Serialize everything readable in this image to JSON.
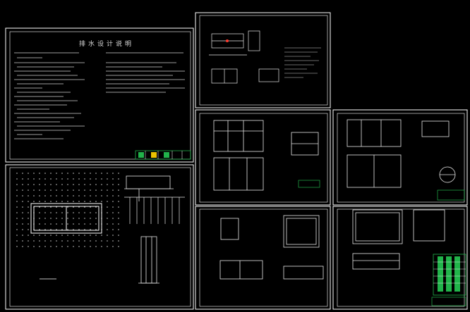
{
  "app": {
    "background_color": "#000000",
    "line_color": "#ffffff",
    "accent_colors": {
      "title_block": "#21b34a",
      "annotation_green": "#2ecc40",
      "annotation_red": "#ff3b30",
      "hatch_dots": "#c8c8c8"
    }
  },
  "sheets": [
    {
      "id": "sheet-1",
      "name": "design-notes",
      "title": "排水设计说明"
    },
    {
      "id": "sheet-2",
      "name": "pump-well-details",
      "title": ""
    },
    {
      "id": "sheet-3",
      "name": "site-plan-foundation",
      "title": ""
    },
    {
      "id": "sheet-4",
      "name": "equipment-room-plan",
      "title": ""
    },
    {
      "id": "sheet-5",
      "name": "tank-plan-sections",
      "title": ""
    },
    {
      "id": "sheet-6",
      "name": "pool-sections",
      "title": ""
    },
    {
      "id": "sheet-7",
      "name": "tank-elevation",
      "title": ""
    }
  ]
}
